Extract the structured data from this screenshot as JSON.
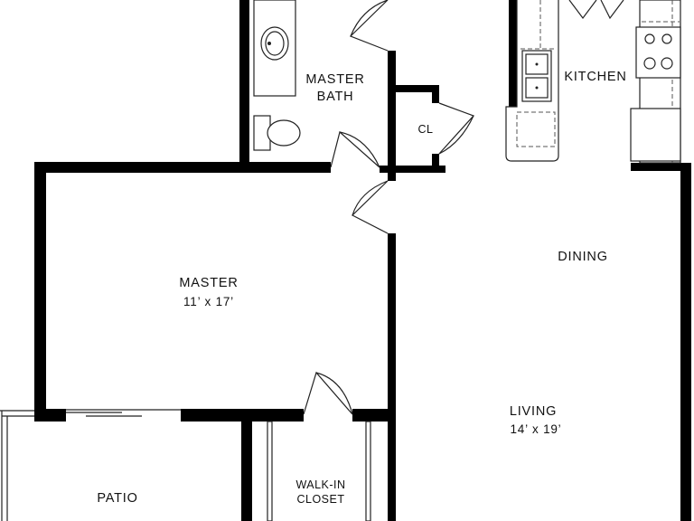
{
  "rooms": {
    "master_bath": {
      "line1": "MASTER",
      "line2": "BATH"
    },
    "kitchen": {
      "name": "KITCHEN"
    },
    "closet": {
      "name": "CL"
    },
    "master": {
      "name": "MASTER",
      "dims": "11’ x 17’"
    },
    "dining": {
      "name": "DINING"
    },
    "living": {
      "name": "LIVING",
      "dims": "14’ x 19’"
    },
    "walk_in_closet": {
      "line1": "WALK-IN",
      "line2": "CLOSET"
    },
    "patio": {
      "name": "PATIO"
    }
  },
  "colors": {
    "wall": "#000000",
    "background": "#ffffff",
    "fixture_stroke": "#222222"
  }
}
